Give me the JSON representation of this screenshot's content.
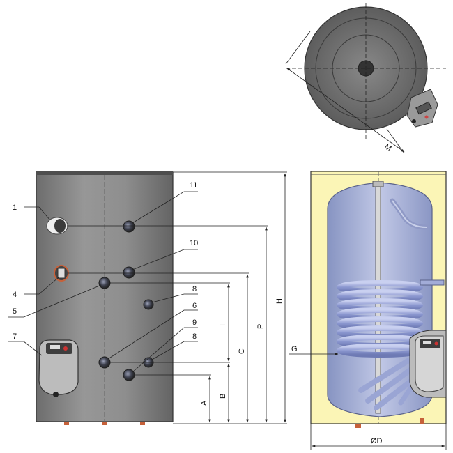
{
  "callouts": [
    "1",
    "4",
    "5",
    "7",
    "11",
    "10",
    "8",
    "6",
    "9",
    "8"
  ],
  "dimensions": {
    "a": "A",
    "b": "B",
    "i": "I",
    "c": "C",
    "p": "P",
    "h": "H",
    "g": "G",
    "d": "ØD",
    "m": "M"
  },
  "colors": {
    "tank_body": "#8a8a8a",
    "insulation": "#fbf5b6",
    "inner_tank": "#aab4d6",
    "coil": "#9aa6d8",
    "fitting_orange": "#c6613a"
  }
}
